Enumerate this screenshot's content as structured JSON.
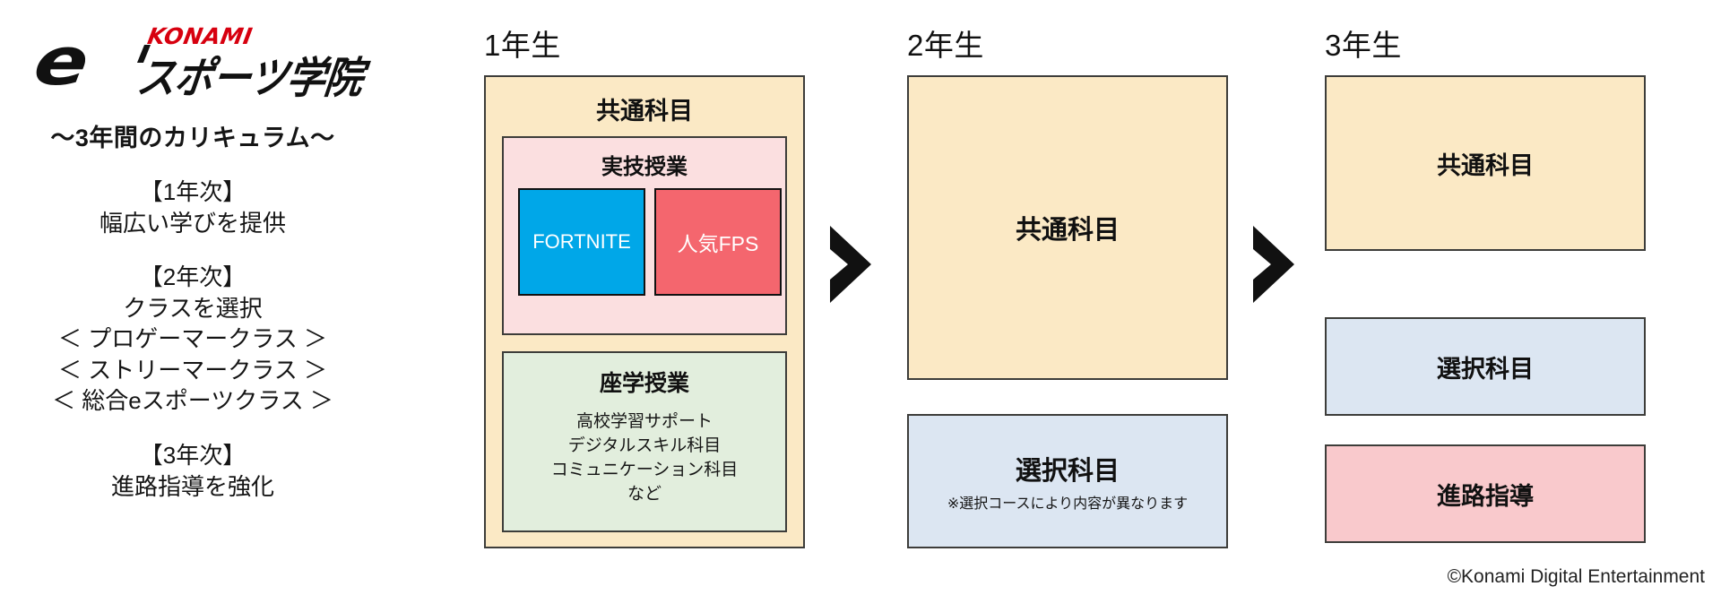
{
  "brand": {
    "logo_e": "e",
    "logo_konami": "KONAMI",
    "logo_jp": "スポーツ学院",
    "curriculum_title": "〜3年間のカリキュラム〜"
  },
  "summary": {
    "year1": {
      "head": "【1年次】",
      "lines": [
        "幅広い学びを提供"
      ]
    },
    "year2": {
      "head": "【2年次】",
      "lines": [
        "クラスを選択",
        "＜ プロゲーマークラス ＞",
        "＜ ストリーマークラス ＞",
        "＜ 総合eスポーツクラス ＞"
      ]
    },
    "year3": {
      "head": "【3年次】",
      "lines": [
        "進路指導を強化"
      ]
    }
  },
  "columns": {
    "year1": {
      "heading": "1年生",
      "common_label": "共通科目",
      "practice": {
        "title": "実技授業",
        "games": [
          {
            "label": "FORTNITE",
            "color": "#00a7e8"
          },
          {
            "label": "人気FPS",
            "color": "#f4666e"
          }
        ]
      },
      "lecture": {
        "title": "座学授業",
        "body": "高校学習サポート\nデジタルスキル科目\nコミュニケーション科目\nなど"
      }
    },
    "year2": {
      "heading": "2年生",
      "common_label": "共通科目",
      "elective_label": "選択科目",
      "elective_note": "※選択コースにより内容が異なります"
    },
    "year3": {
      "heading": "3年生",
      "common_label": "共通科目",
      "elective_label": "選択科目",
      "guidance_label": "進路指導"
    }
  },
  "colors": {
    "cream": "#fbe9c5",
    "pink_light": "#fbdfe0",
    "green_light": "#e2eedd",
    "blue_light": "#dce6f2",
    "pink": "#f9c9cc",
    "konami_red": "#d7000f",
    "border": "#3d3d3a"
  },
  "footer": {
    "copyright": "©Konami Digital Entertainment"
  }
}
